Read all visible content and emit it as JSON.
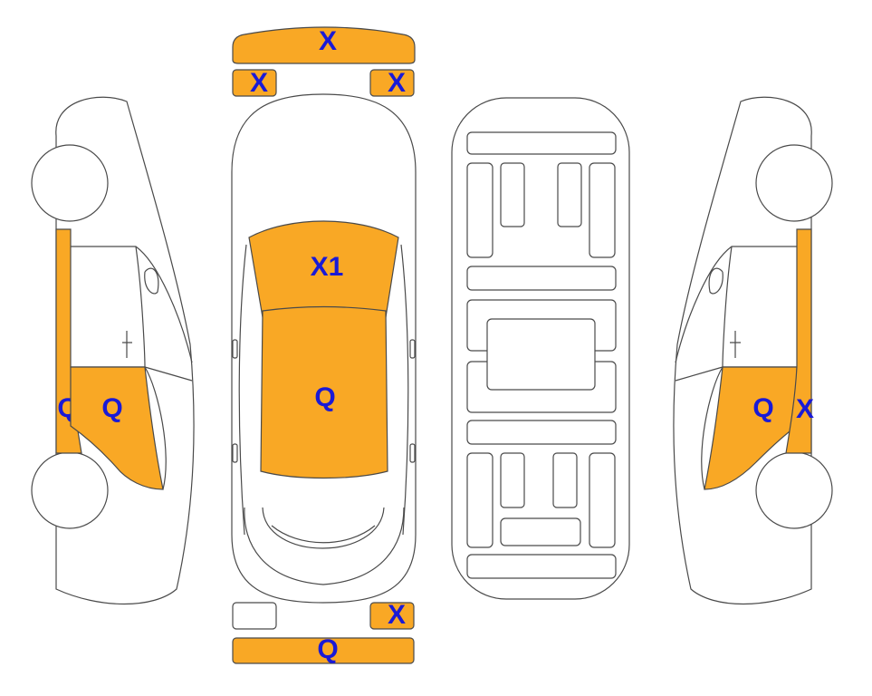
{
  "colors": {
    "damaged_panel": "#f9a825",
    "undamaged_panel": "#ffffff",
    "outline": "#4a4a4a",
    "mark_text": "#1a1ad6"
  },
  "front_bumper": {
    "label": "X",
    "damaged": true
  },
  "front_left_light": {
    "label": "X",
    "damaged": true
  },
  "front_right_light": {
    "label": "X",
    "damaged": true
  },
  "hood": {
    "label": "X1",
    "damaged": true
  },
  "roof": {
    "label": "Q",
    "damaged": true
  },
  "rear_left_light": {
    "label": "",
    "damaged": false
  },
  "rear_right_light": {
    "label": "X",
    "damaged": true
  },
  "rear_bumper": {
    "label": "Q",
    "damaged": true
  },
  "left_side": {
    "pillar": {
      "label": "Q",
      "damaged": true
    },
    "rear_door": {
      "label": "Q",
      "damaged": true
    }
  },
  "right_side": {
    "rear_door": {
      "label": "Q",
      "damaged": true
    },
    "pillar": {
      "label": "X",
      "damaged": true
    }
  }
}
